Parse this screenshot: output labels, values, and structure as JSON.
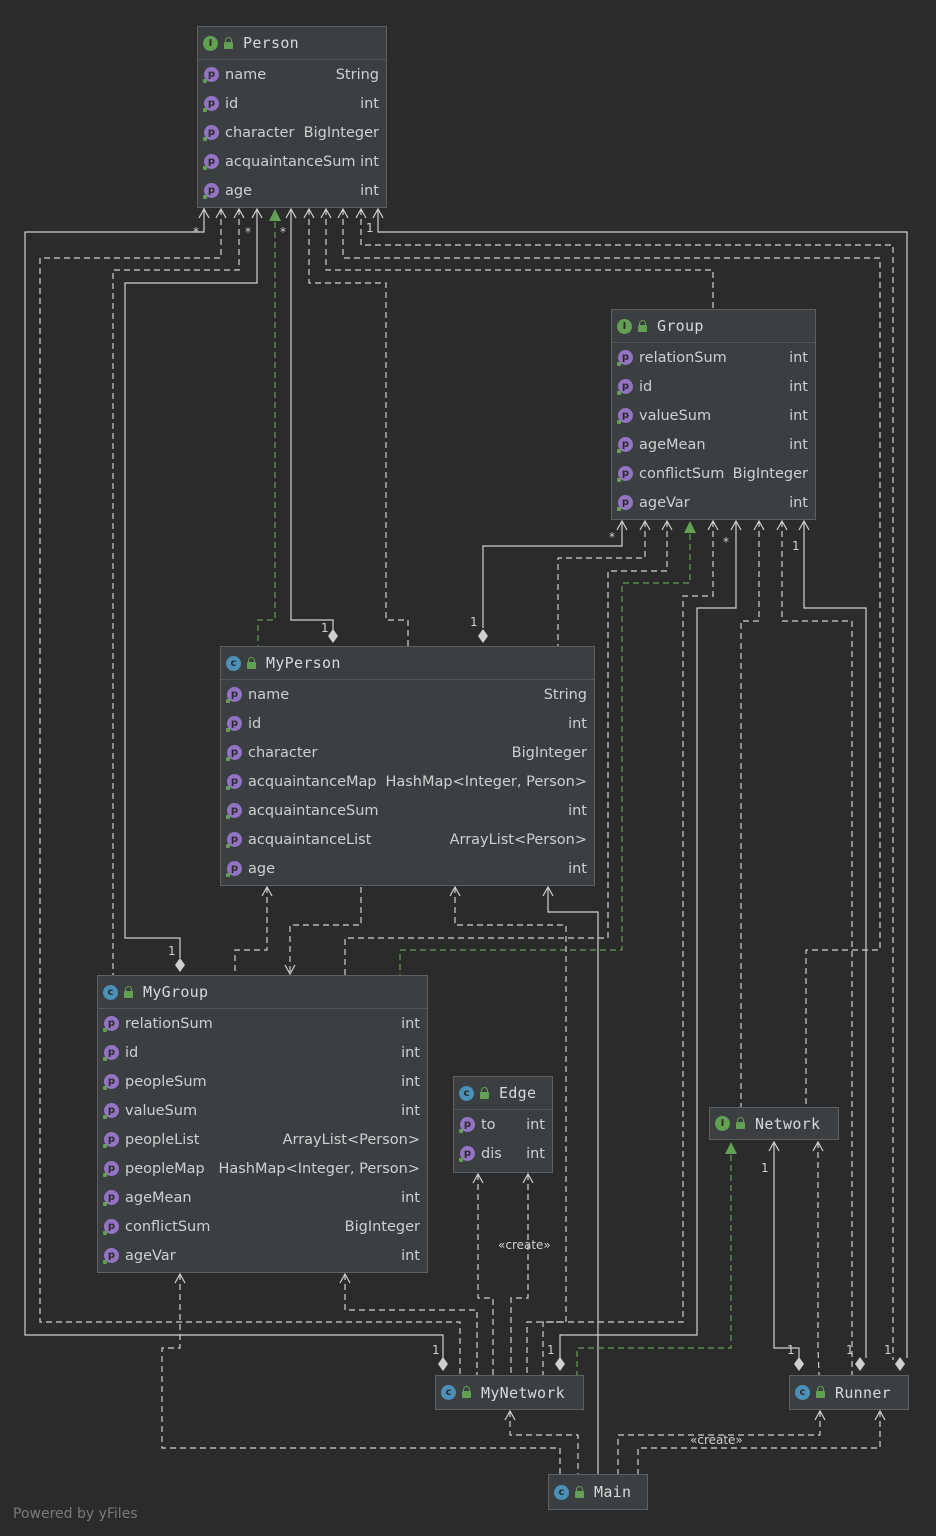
{
  "nodes": {
    "person": {
      "kind": "I",
      "title": "Person",
      "fields": [
        {
          "name": "name",
          "type": "String"
        },
        {
          "name": "id",
          "type": "int"
        },
        {
          "name": "character",
          "type": "BigInteger"
        },
        {
          "name": "acquaintanceSum",
          "type": "int"
        },
        {
          "name": "age",
          "type": "int"
        }
      ]
    },
    "group": {
      "kind": "I",
      "title": "Group",
      "fields": [
        {
          "name": "relationSum",
          "type": "int"
        },
        {
          "name": "id",
          "type": "int"
        },
        {
          "name": "valueSum",
          "type": "int"
        },
        {
          "name": "ageMean",
          "type": "int"
        },
        {
          "name": "conflictSum",
          "type": "BigInteger"
        },
        {
          "name": "ageVar",
          "type": "int"
        }
      ]
    },
    "myperson": {
      "kind": "C",
      "title": "MyPerson",
      "fields": [
        {
          "name": "name",
          "type": "String"
        },
        {
          "name": "id",
          "type": "int"
        },
        {
          "name": "character",
          "type": "BigInteger"
        },
        {
          "name": "acquaintanceMap",
          "type": "HashMap<Integer, Person>"
        },
        {
          "name": "acquaintanceSum",
          "type": "int"
        },
        {
          "name": "acquaintanceList",
          "type": "ArrayList<Person>"
        },
        {
          "name": "age",
          "type": "int"
        }
      ]
    },
    "mygroup": {
      "kind": "C",
      "title": "MyGroup",
      "fields": [
        {
          "name": "relationSum",
          "type": "int"
        },
        {
          "name": "id",
          "type": "int"
        },
        {
          "name": "peopleSum",
          "type": "int"
        },
        {
          "name": "valueSum",
          "type": "int"
        },
        {
          "name": "peopleList",
          "type": "ArrayList<Person>"
        },
        {
          "name": "peopleMap",
          "type": "HashMap<Integer, Person>"
        },
        {
          "name": "ageMean",
          "type": "int"
        },
        {
          "name": "conflictSum",
          "type": "BigInteger"
        },
        {
          "name": "ageVar",
          "type": "int"
        }
      ]
    },
    "edge": {
      "kind": "C",
      "title": "Edge",
      "fields": [
        {
          "name": "to",
          "type": "int"
        },
        {
          "name": "dis",
          "type": "int"
        }
      ]
    },
    "network": {
      "kind": "I",
      "title": "Network",
      "fields": []
    },
    "mynetwork": {
      "kind": "C",
      "title": "MyNetwork",
      "fields": []
    },
    "runner": {
      "kind": "C",
      "title": "Runner",
      "fields": []
    },
    "main": {
      "kind": "C",
      "title": "Main",
      "fields": []
    }
  },
  "labels": {
    "create1": "«create»",
    "create2": "«create»",
    "star": "*",
    "one": "1"
  },
  "footer": "Powered by yFiles",
  "colors": {
    "line": "#cfcfcf",
    "realize": "#62a053",
    "background": "#2b2b2b",
    "node": "#3c3f41"
  }
}
